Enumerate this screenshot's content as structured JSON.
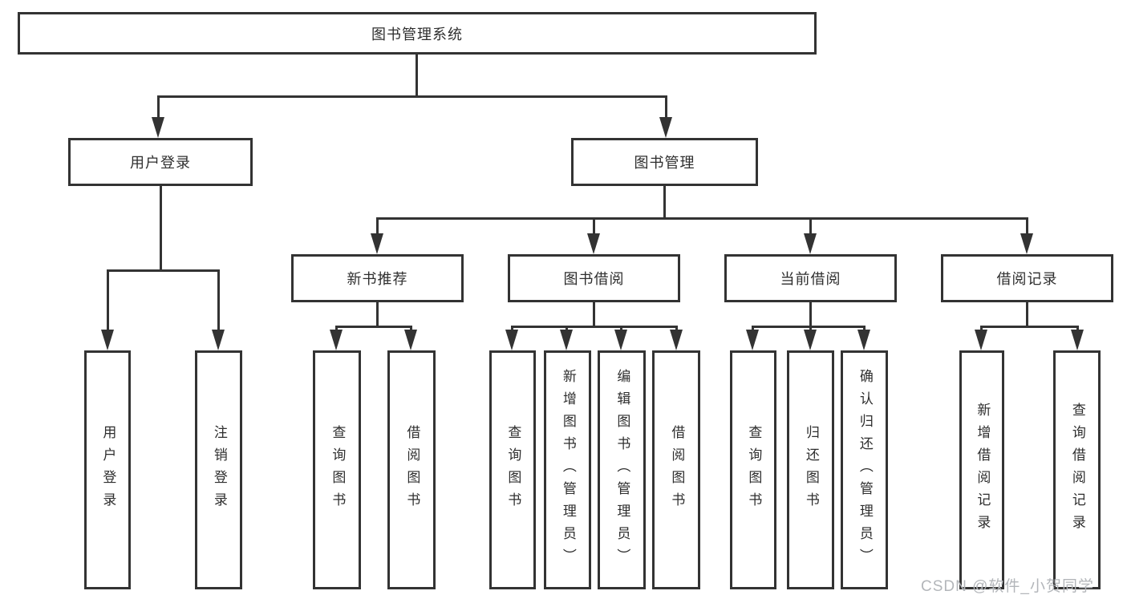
{
  "watermark": "CSDN @软件_小贺同学",
  "colors": {
    "line": "#333333",
    "box_border": "#333333",
    "box_fill": "#ffffff",
    "text": "#2e2e2e",
    "watermark": "#b3b6ba",
    "background": "#ffffff"
  },
  "tree": {
    "label": "图书管理系统",
    "children": [
      {
        "label": "用户登录",
        "children": [
          {
            "label": "用户登录"
          },
          {
            "label": "注销登录"
          }
        ]
      },
      {
        "label": "图书管理",
        "children": [
          {
            "label": "新书推荐",
            "children": [
              {
                "label": "查询图书"
              },
              {
                "label": "借阅图书"
              }
            ]
          },
          {
            "label": "图书借阅",
            "children": [
              {
                "label": "查询图书"
              },
              {
                "label": "新增图书（管理员）"
              },
              {
                "label": "编辑图书（管理员）"
              },
              {
                "label": "借阅图书"
              }
            ]
          },
          {
            "label": "当前借阅",
            "children": [
              {
                "label": "查询图书"
              },
              {
                "label": "归还图书"
              },
              {
                "label": "确认归还（管理员）"
              }
            ]
          },
          {
            "label": "借阅记录",
            "children": [
              {
                "label": "新增借阅记录"
              },
              {
                "label": "查询借阅记录"
              }
            ]
          }
        ]
      }
    ]
  }
}
